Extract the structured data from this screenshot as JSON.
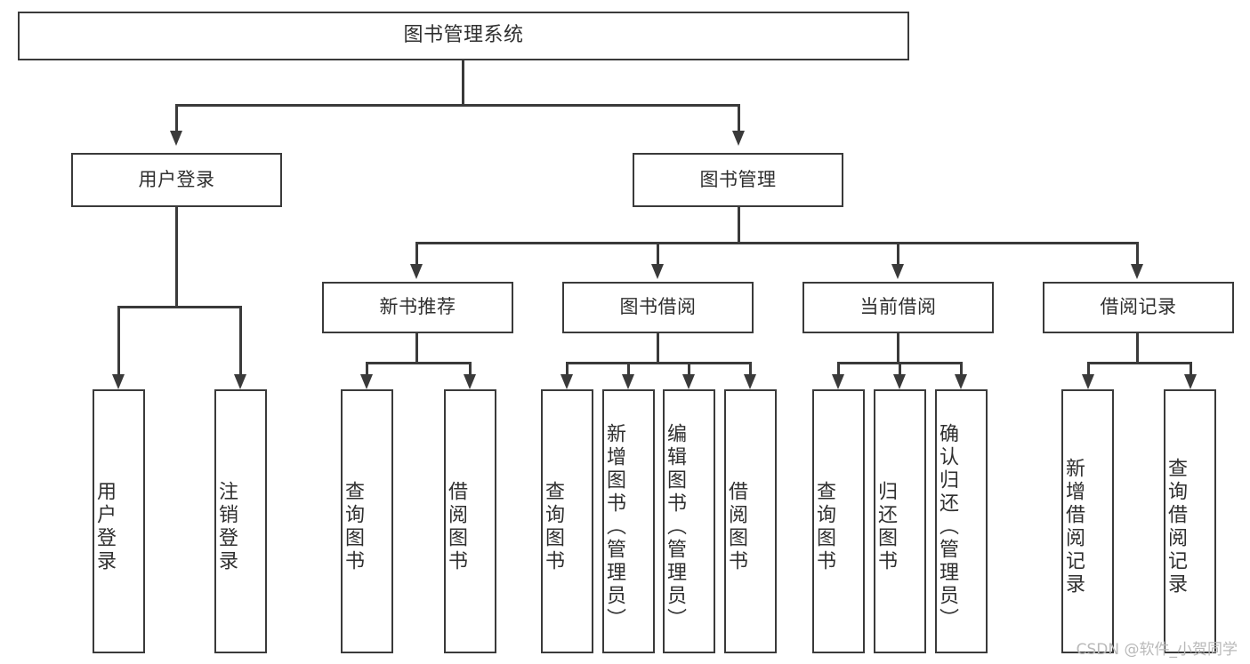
{
  "diagram": {
    "title": "图书管理系统",
    "type": "tree",
    "root": {
      "label": "图书管理系统"
    },
    "level2": [
      {
        "label": "用户登录"
      },
      {
        "label": "图书管理"
      }
    ],
    "level3": [
      {
        "label": "新书推荐"
      },
      {
        "label": "图书借阅"
      },
      {
        "label": "当前借阅"
      },
      {
        "label": "借阅记录"
      }
    ],
    "leaves": {
      "user_login": [
        {
          "label": "用户登录"
        },
        {
          "label": "注销登录"
        }
      ],
      "new_book_recommend": [
        {
          "label": "查询图书"
        },
        {
          "label": "借阅图书"
        }
      ],
      "book_borrow": [
        {
          "label": "查询图书"
        },
        {
          "label": "新增图书（管理员）"
        },
        {
          "label": "编辑图书（管理员）"
        },
        {
          "label": "借阅图书"
        }
      ],
      "current_borrow": [
        {
          "label": "查询图书"
        },
        {
          "label": "归还图书"
        },
        {
          "label": "确认归还（管理员）"
        }
      ],
      "borrow_record": [
        {
          "label": "新增借阅记录"
        },
        {
          "label": "查询借阅记录"
        }
      ]
    }
  },
  "watermark": {
    "text": "CSDN @软件_小贺同学"
  },
  "colors": {
    "stroke": "#3a3a3a",
    "text": "#2f2f2f",
    "background": "#ffffff",
    "watermark": "#b9b9b9"
  }
}
